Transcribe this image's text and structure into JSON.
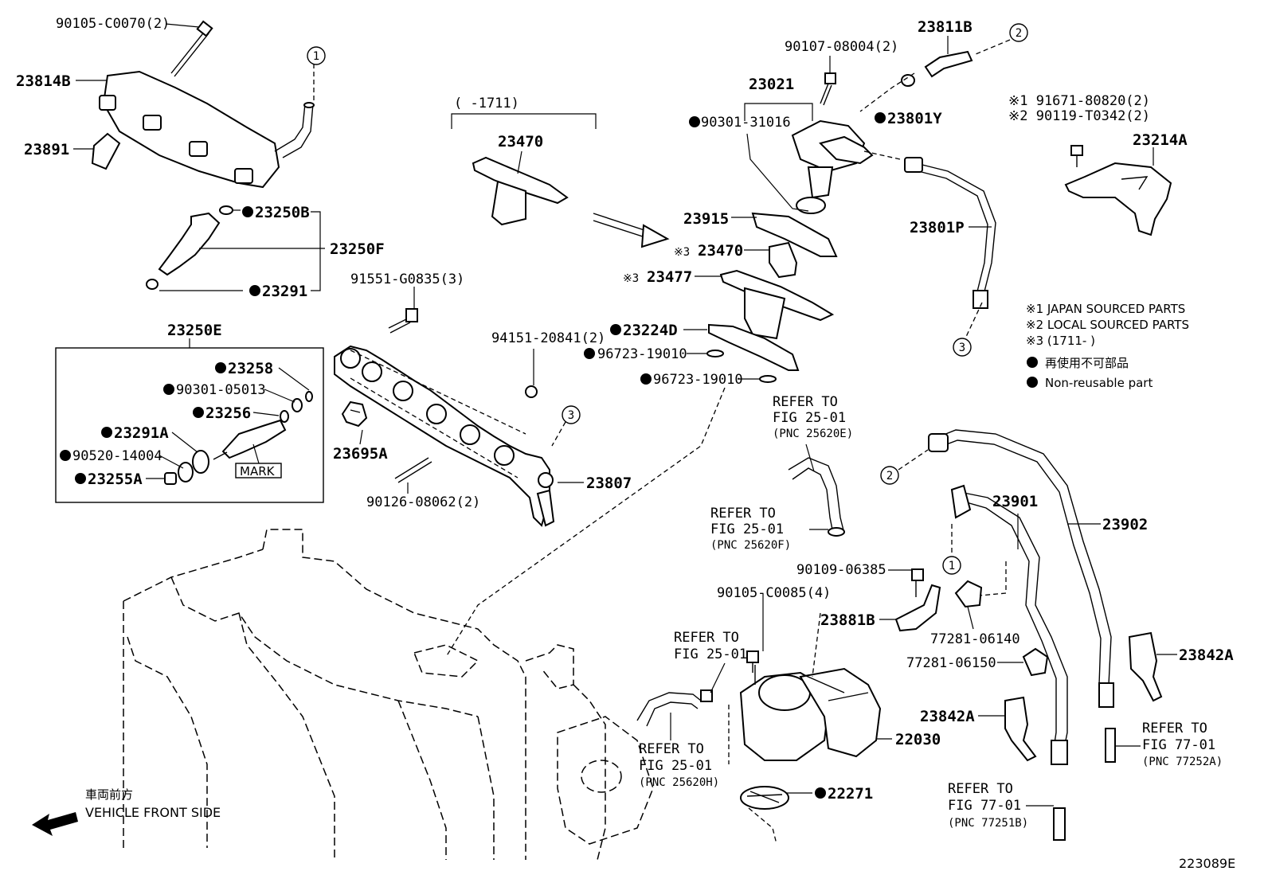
{
  "labels": {
    "p90105_c0070": "90105-C0070(2)",
    "p23814b": "23814B",
    "p23891": "23891",
    "c1_top": "1",
    "p23250b": "23250B",
    "p23250f": "23250F",
    "p23291": "23291",
    "p23250e": "23250E",
    "p23258": "23258",
    "p90301_05013": "90301-05013",
    "p23256": "23256",
    "p23291a": "23291A",
    "p90520_14004": "90520-14004",
    "p23255a": "23255A",
    "mark": "MARK",
    "p91551_g0835": "91551-G0835(3)",
    "p23695a": "23695A",
    "p90126_08062": "90126-08062(2)",
    "p94151_20841": "94151-20841(2)",
    "c3_mid": "3",
    "p23807": "23807",
    "range_early": "(    -1711)",
    "p23470_top": "23470",
    "p23915": "23915",
    "p23470_k3": "23470",
    "p23477": "23477",
    "p23224d": "23224D",
    "p96723_a": "96723-19010",
    "p96723_b": "96723-19010",
    "p90107": "90107-08004(2)",
    "p23021": "23021",
    "p90301_31016": "90301-31016",
    "p23811b": "23811B",
    "c2_top": "2",
    "p23801y": "23801Y",
    "p23801p": "23801P",
    "c3_right": "3",
    "k1_line": "※1 91671-80820(2)",
    "k2_line": "※2 90119-T0342(2)",
    "p23214a": "23214A",
    "legend_k1": "※1 JAPAN SOURCED PARTS",
    "legend_k2": "※2 LOCAL SOURCED PARTS",
    "legend_k3": "※3 (1711-      )",
    "legend_jp": "再使用不可部品",
    "legend_en": "Non-reusable part",
    "kome3": "※3",
    "ref1_a": "REFER TO",
    "ref1_b": "FIG 25-01",
    "ref1_c": "(PNC 25620E)",
    "ref2_a": "REFER TO",
    "ref2_b": "FIG 25-01",
    "ref2_c": "(PNC 25620F)",
    "ref3_a": "REFER TO",
    "ref3_b": "FIG 25-01",
    "ref4_a": "REFER TO",
    "ref4_b": "FIG 25-01",
    "ref4_c": "(PNC 25620H)",
    "ref5_a": "REFER TO",
    "ref5_b": "FIG 77-01",
    "ref5_c": "(PNC 77251B)",
    "ref6_a": "REFER TO",
    "ref6_b": "FIG 77-01",
    "ref6_c": "(PNC 77252A)",
    "p90109": "90109-06385",
    "p90105_c0085": "90105-C0085(4)",
    "p23881b": "23881B",
    "p77281_06140": "77281-06140",
    "p77281_06150": "77281-06150",
    "p23842a_right": "23842A",
    "p23842a_mid": "23842A",
    "p22030": "22030",
    "p22271": "22271",
    "p23901": "23901",
    "p23902": "23902",
    "c2_mid": "2",
    "c1_mid": "1",
    "front_jp": "車両前方",
    "front_en": "VEHICLE FRONT SIDE",
    "fig_code": "223089E"
  },
  "colors": {
    "line": "#000000",
    "background": "#ffffff"
  },
  "icons": {
    "non_reusable": "filled-dot",
    "direction": "arrow-left"
  }
}
